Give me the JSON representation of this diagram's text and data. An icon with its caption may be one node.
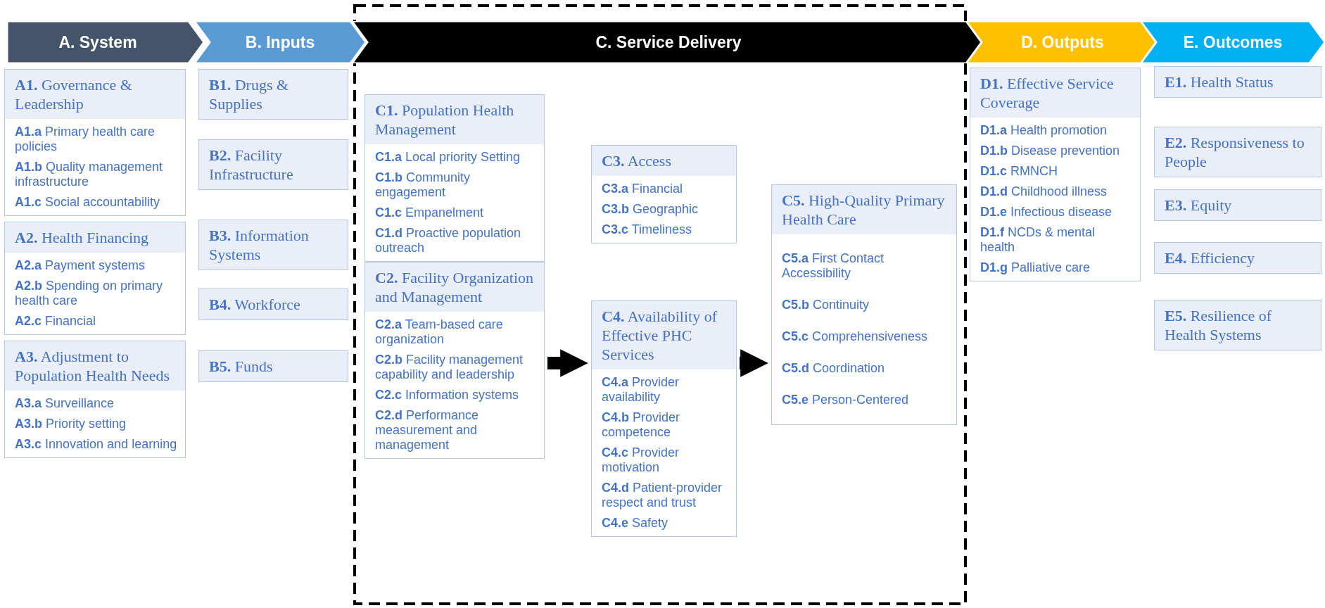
{
  "diagram": {
    "nodes": [
      {
        "text": [
          "A. System"
        ]
      },
      {
        "text": [
          "B. Inputs"
        ]
      },
      {
        "text": [
          "C. Service Delivery"
        ]
      },
      {
        "text": [
          "D. Outputs"
        ]
      },
      {
        "text": [
          "E. Outcomes"
        ]
      },
      {
        "text": [
          "**A1.** Governance & Leadership",
          "**A1.a** Primary health care policies",
          "**A1.b** Quality management infrastructure",
          "**A1.c** Social accountability"
        ]
      },
      {
        "text": [
          "**A2.** Health Financing",
          "**A2.a** Payment systems",
          "**A2.b** Spending on primary health care",
          "**A2.c** Financial"
        ]
      },
      {
        "text": [
          "**A3.** Adjustment to Population Health Needs",
          "**A3.a** Surveillance",
          "**A3.b** Priority setting",
          "**A3.c** Innovation and learning"
        ]
      },
      {
        "text": [
          "**B1.** Drugs & Supplies"
        ]
      },
      {
        "text": [
          "**B2.** Facility Infrastructure"
        ]
      },
      {
        "text": [
          "**B3.** Information Systems"
        ]
      },
      {
        "text": [
          "**B4.** Workforce"
        ]
      },
      {
        "text": [
          "**B5.** Funds"
        ]
      },
      {
        "text": [
          "**C1.** Population Health Management",
          "**C1.a** Local priority Setting",
          "**C1.b** Community engagement",
          "**C1.c** Empanelment",
          "**C1.d** Proactive population outreach"
        ]
      },
      {
        "text": [
          "**C2.** Facility Organization and Management",
          "**C2.a** Team-based care organization",
          "**C2.b** Facility management capability and leadership",
          "**C2.c** Information systems",
          "**C2.d** Performance measurement and management"
        ]
      },
      {
        "text": [
          "**C3.** Access",
          "**C3.a** Financial",
          "**C3.b** Geographic",
          "**C3.c** Timeliness"
        ]
      },
      {
        "text": [
          "**C4.** Availability of Effective PHC Services",
          "**C4.a** Provider availability",
          "**C4.b** Provider competence",
          "**C4.c** Provider motivation",
          "**C4.d** Patient-provider respect and trust",
          "**C4.e** Safety"
        ]
      },
      {
        "text": [
          "**C5.** High-Quality Primary Health Care",
          "**C5.a** First Contact Accessibility",
          "**C5.b** Continuity",
          "**C5.c** Comprehensiveness",
          "**C5.d** Coordination",
          "**C5.e** Person-Centered"
        ]
      },
      {
        "text": [
          "**D1.** Effective Service Coverage",
          "**D1.a** Health promotion",
          "**D1.b** Disease prevention",
          "**D1.c** RMNCH",
          "**D1.d** Childhood illness",
          "**D1.e** Infectious disease",
          "**D1.f** NCDs & mental health",
          "**D1.g** Palliative care"
        ]
      },
      {
        "text": [
          "**E1.** Health Status"
        ]
      },
      {
        "text": [
          "**E2.** Responsiveness to People"
        ]
      },
      {
        "text": [
          "**E3.** Equity"
        ]
      },
      {
        "text": [
          "**E4.** Efficiency"
        ]
      },
      {
        "text": [
          "**E5.** Resilience of Health Systems"
        ]
      }
    ],
    "edges": [
      {
        "from": 14,
        "to": 16,
        "arrow": "to"
      },
      {
        "from": 16,
        "to": 17,
        "arrow": "to"
      }
    ]
  }
}
